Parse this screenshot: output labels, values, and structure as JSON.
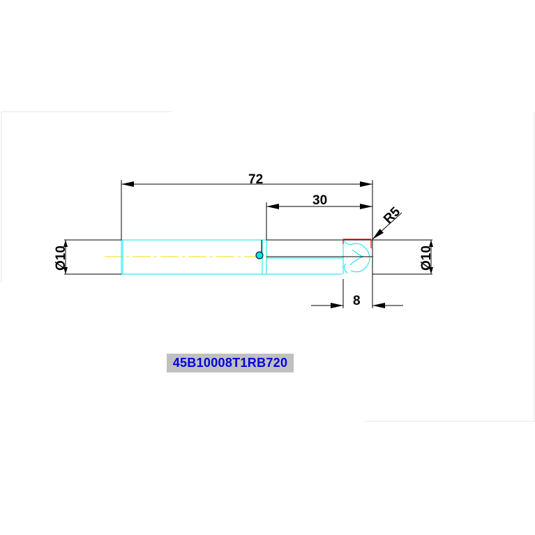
{
  "dimensions": {
    "total_length": "72",
    "partial_length": "30",
    "radius": "R5",
    "end_length": "8",
    "diameter_left": "Ø10",
    "diameter_right": "Ø10"
  },
  "part_number": "45B10008T1RB720",
  "colors": {
    "dimension": "#000000",
    "outline_cyan": "#00e5ee",
    "centerline": "#f0e000",
    "tip_red": "#ff0000",
    "label_text": "#0000e0",
    "label_bg": "#c0c0c0"
  }
}
